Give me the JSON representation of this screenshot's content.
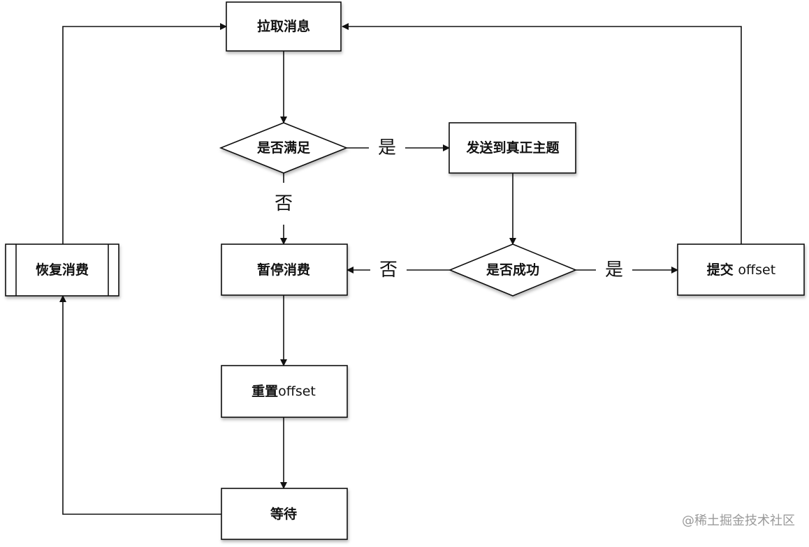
{
  "nodes": {
    "pull_messages": "拉取消息",
    "condition_met": "是否满足",
    "send_to_real_topic": "发送到真正主题",
    "pause_consumption": "暂停消费",
    "is_successful": "是否成功",
    "commit_offset_prefix": "提交 ",
    "commit_offset_suffix": "offset",
    "resume_consumption": "恢复消费",
    "reset_offset_prefix": "重置",
    "reset_offset_suffix": "offset",
    "wait": "等待"
  },
  "edge_labels": {
    "condition_yes": "是",
    "condition_no": "否",
    "success_no": "否",
    "success_yes": "是"
  },
  "watermark": "@稀土掘金技术社区"
}
